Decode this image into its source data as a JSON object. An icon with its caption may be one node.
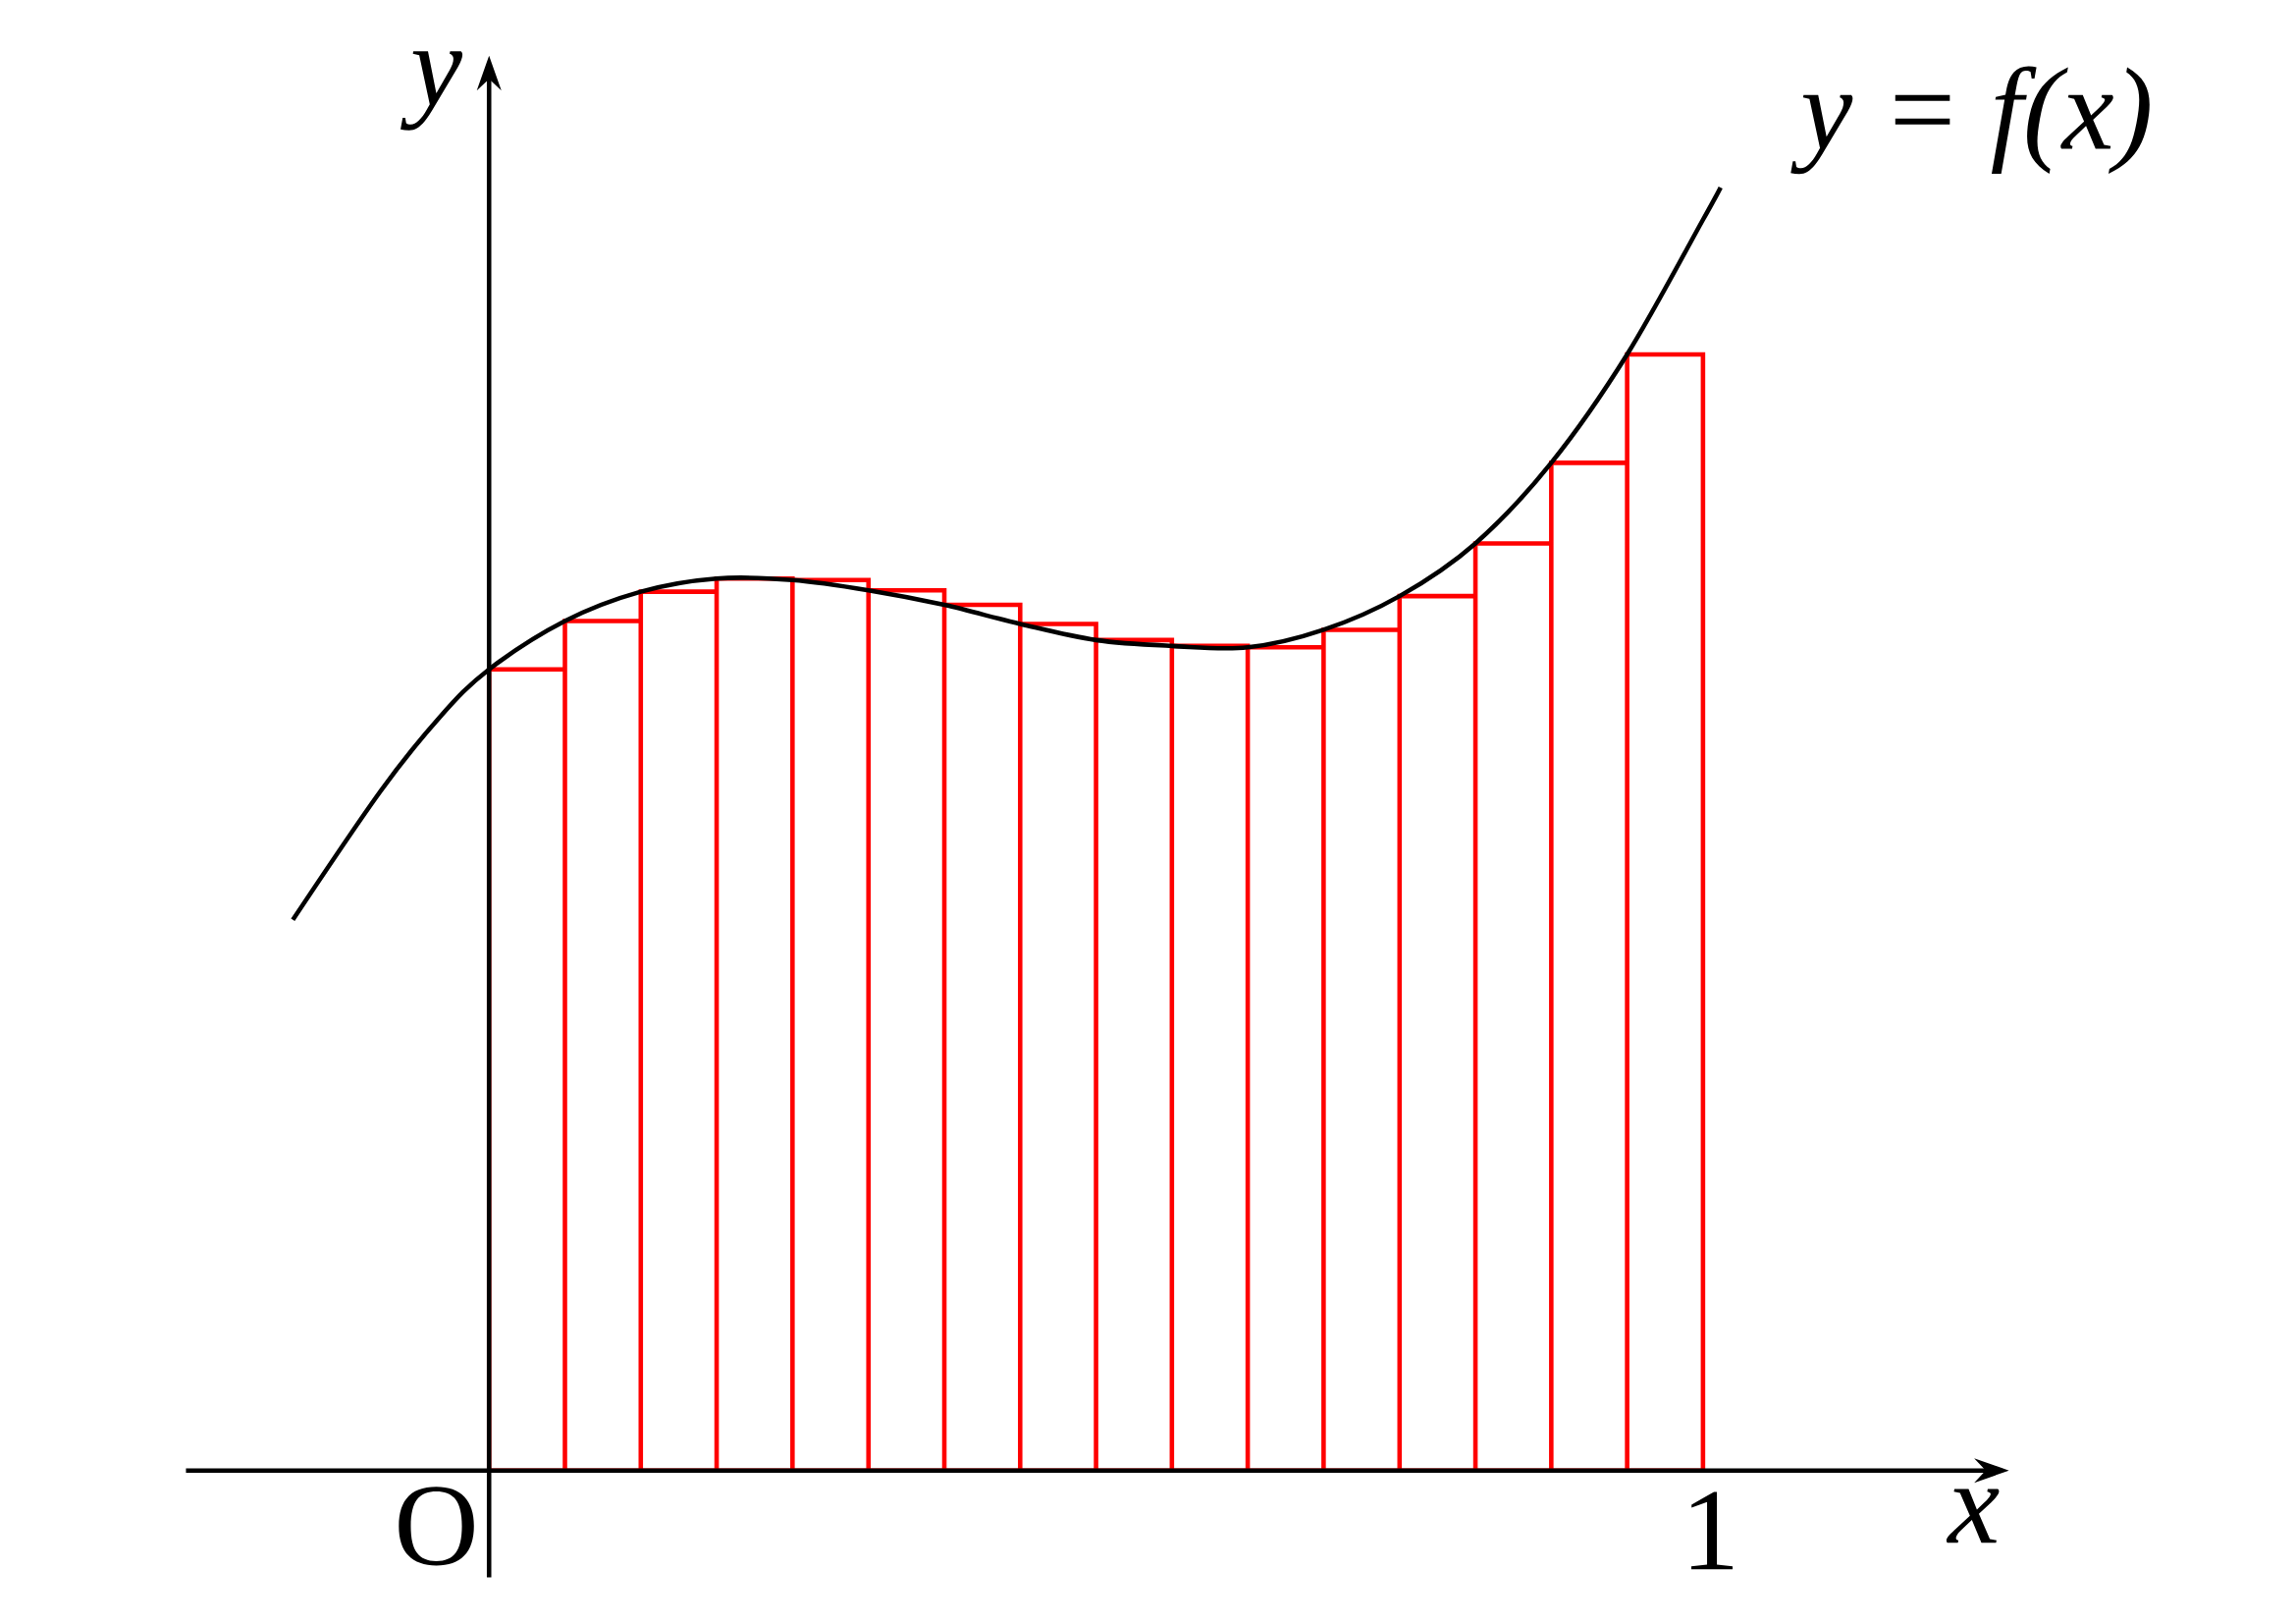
{
  "diagram": {
    "labels": [
      "y",
      "y = f(x)",
      "O",
      "1",
      "x"
    ]
  }
}
